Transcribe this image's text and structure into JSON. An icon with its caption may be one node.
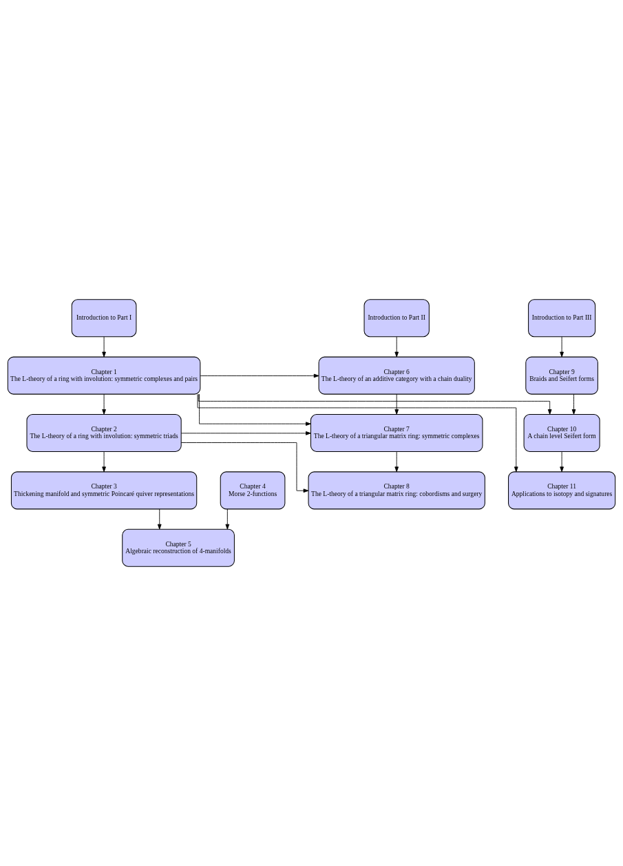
{
  "diagram": {
    "nodes": [
      {
        "text": [
          "Introduction to Part I"
        ]
      },
      {
        "text": [
          "Introduction to Part II"
        ]
      },
      {
        "text": [
          "Introduction to Part III"
        ]
      },
      {
        "text": [
          "Chapter 1",
          "The L-theory of a ring with involution: symmetric complexes and pairs"
        ]
      },
      {
        "text": [
          "Chapter 6",
          "The L-theory of an additive category with a chain duality"
        ]
      },
      {
        "text": [
          "Chapter 9",
          "Braids and Seifert forms"
        ]
      },
      {
        "text": [
          "Chapter 2",
          "The L-theory of a ring with involution: symmetric triads"
        ]
      },
      {
        "text": [
          "Chapter 7",
          "The L-theory of a triangular matrix ring: symmetric complexes"
        ]
      },
      {
        "text": [
          "Chapter 10",
          "A chain level Seifert form"
        ]
      },
      {
        "text": [
          "Chapter 3",
          "Thickening manifold and symmetric Poincaré quiver representations"
        ]
      },
      {
        "text": [
          "Chapter 8",
          "The L-theory of a triangular matrix ring: cobordisms and surgery"
        ]
      },
      {
        "text": [
          "Chapter 11",
          "Applications to isotopy and signatures"
        ]
      },
      {
        "text": [
          "Chapter 4",
          "Morse 2-functions"
        ]
      },
      {
        "text": [
          "Chapter 5",
          "Algebraic reconstruction of 4-manifolds"
        ]
      }
    ],
    "edges": [
      {
        "from": 0,
        "to": 3,
        "arrow": "to"
      },
      {
        "from": 1,
        "to": 4,
        "arrow": "to"
      },
      {
        "from": 2,
        "to": 5,
        "arrow": "to"
      },
      {
        "from": 3,
        "to": 4,
        "arrow": "to"
      },
      {
        "from": 3,
        "to": 6,
        "arrow": "to"
      },
      {
        "from": 3,
        "to": 7,
        "arrow": "to"
      },
      {
        "from": 3,
        "to": 8,
        "arrow": "to"
      },
      {
        "from": 3,
        "to": 11,
        "arrow": "to"
      },
      {
        "from": 4,
        "to": 7,
        "arrow": "to"
      },
      {
        "from": 5,
        "to": 8,
        "arrow": "to"
      },
      {
        "from": 6,
        "to": 7,
        "arrow": "to"
      },
      {
        "from": 6,
        "to": 9,
        "arrow": "to"
      },
      {
        "from": 6,
        "to": 10,
        "arrow": "to"
      },
      {
        "from": 7,
        "to": 10,
        "arrow": "to"
      },
      {
        "from": 8,
        "to": 11,
        "arrow": "to"
      },
      {
        "from": 12,
        "to": 13,
        "arrow": "to"
      },
      {
        "from": 9,
        "to": 13,
        "arrow": "to"
      }
    ]
  }
}
